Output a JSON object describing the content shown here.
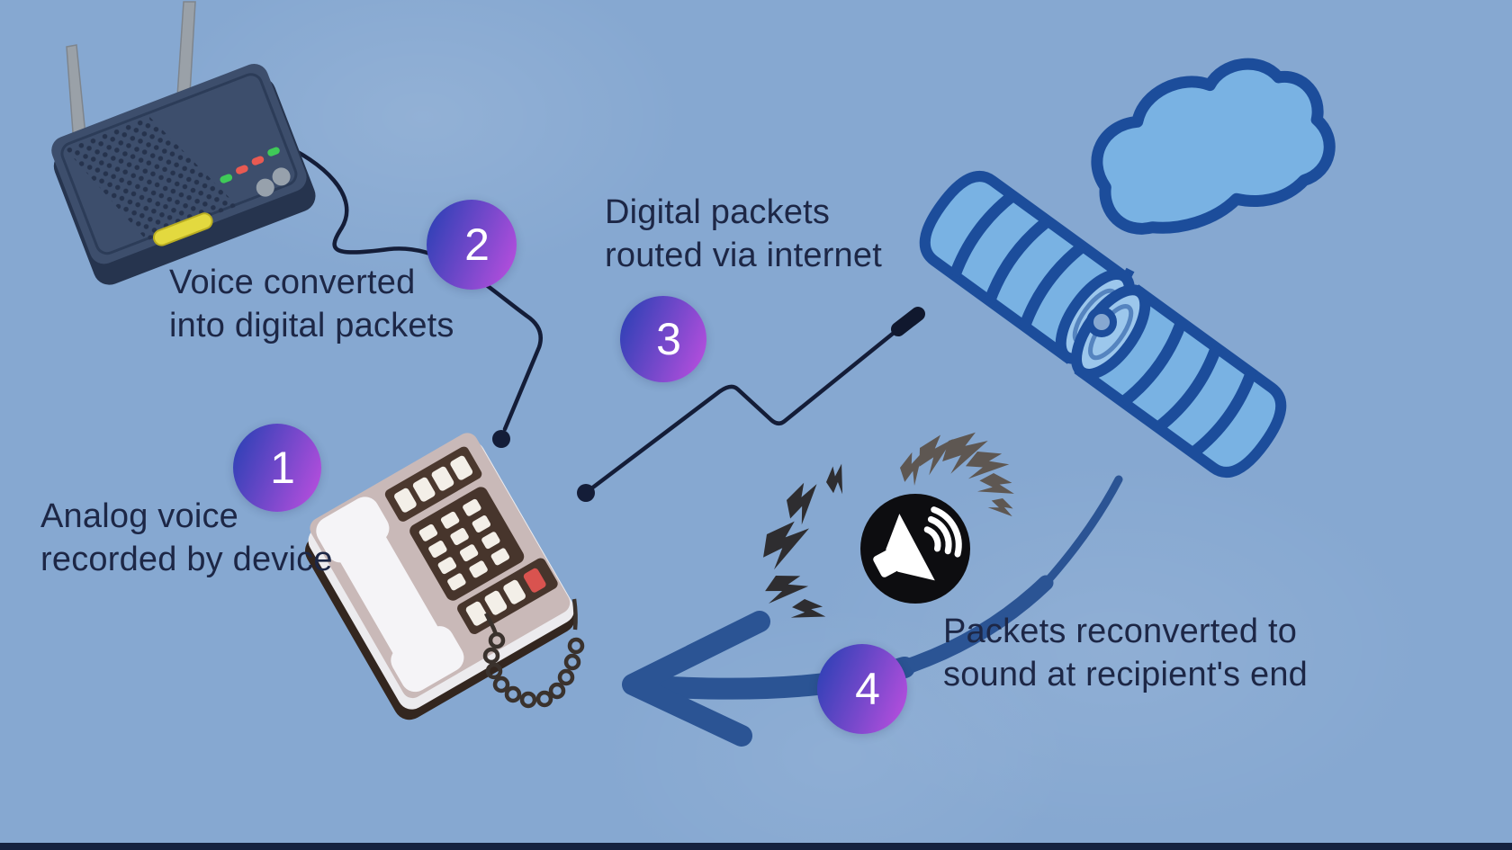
{
  "diagram_subject": "VoIP call flow infographic",
  "steps": [
    {
      "number": "1",
      "line1": "Analog voice",
      "line2": "recorded by device"
    },
    {
      "number": "2",
      "line1": "Voice converted",
      "line2": "into digital packets"
    },
    {
      "number": "3",
      "line1": "Digital packets",
      "line2": "routed via internet"
    },
    {
      "number": "4",
      "line1": "Packets reconverted to",
      "line2": "sound at recipient's end"
    }
  ],
  "icons": {
    "router": "wifi-router-icon",
    "phone": "landline-phone-icon",
    "internet": "cloud-database-satellite-icon",
    "speaker": "loudspeaker-noise-icon",
    "arrow": "curved-arrow-left-icon",
    "wires": "cable-connector-lines"
  },
  "colors": {
    "background": "#86a8d1",
    "footer_bar": "#15223f",
    "text": "#1d2746",
    "badge_gradient_start": "#2c40b5",
    "badge_gradient_end": "#c04fe0",
    "badge_number": "#ffffff",
    "wire": "#141d38",
    "arrow": "#2b5494",
    "cloud_fill": "#79b2e3",
    "cloud_stroke": "#1c4d9b",
    "speaker_circle": "#0d0d10",
    "bolt_dark": "#2e2d30",
    "bolt_gray": "#5e5752",
    "router_body": "#3d4e6c",
    "phone_body": "#c9b9b8"
  }
}
